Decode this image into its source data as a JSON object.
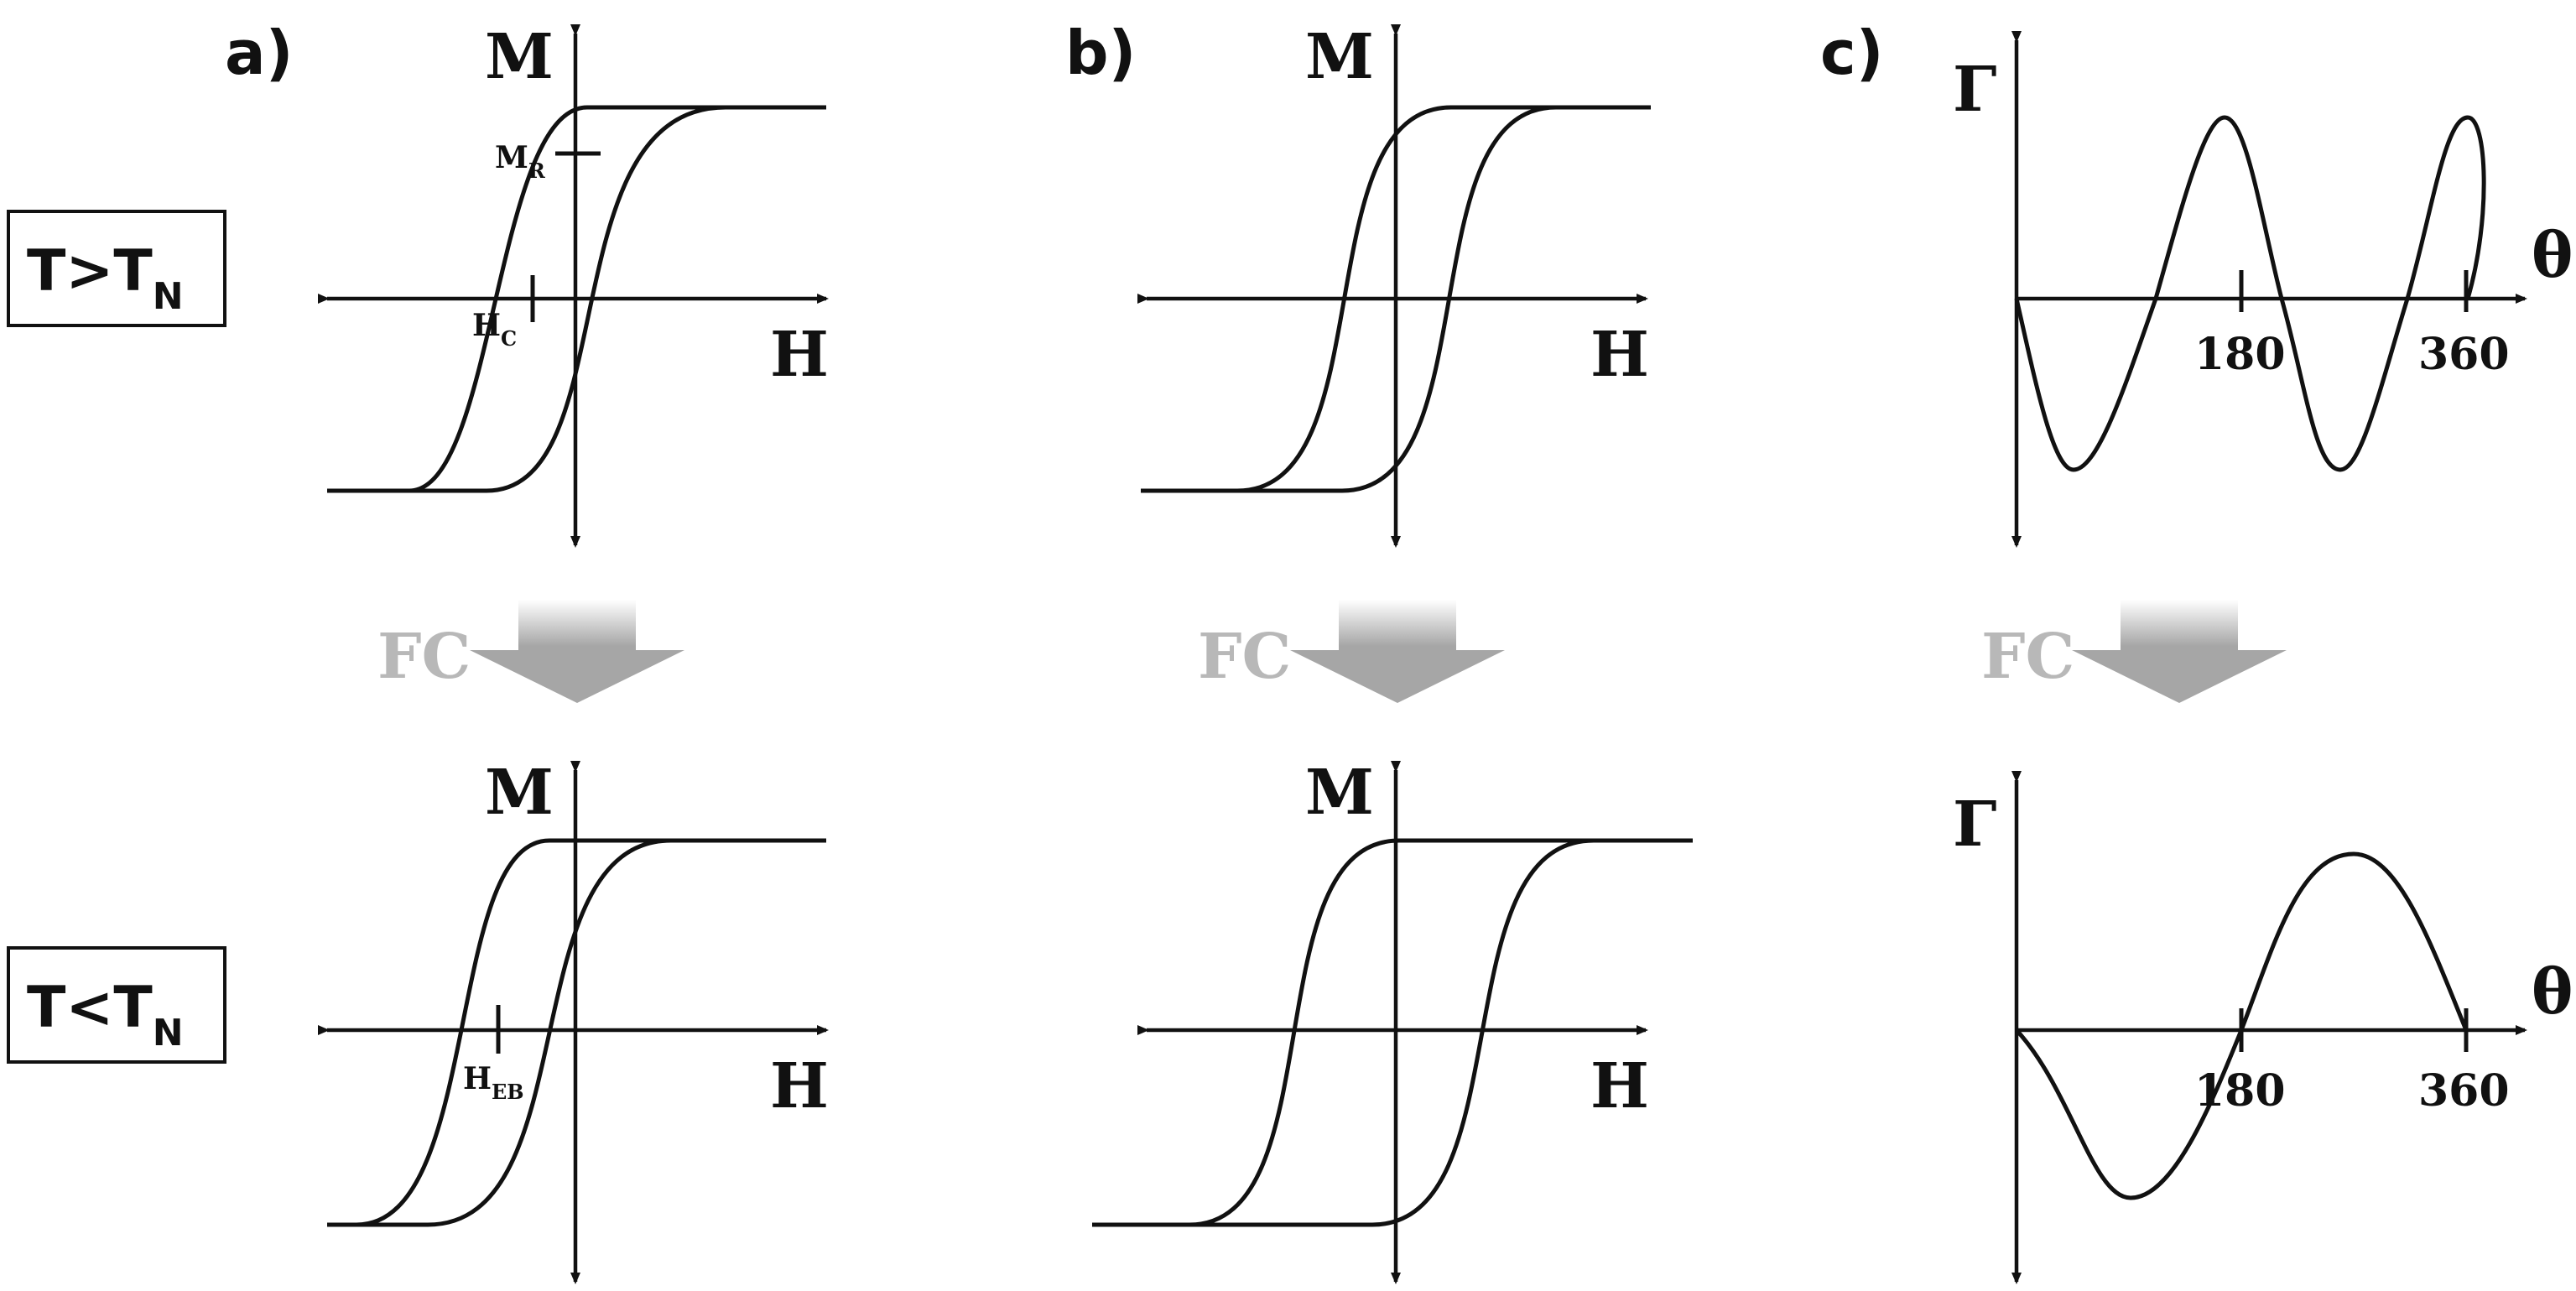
{
  "row_labels": {
    "top": {
      "main": "T>T",
      "sub": "N"
    },
    "bottom": {
      "main": "T<T",
      "sub": "N"
    }
  },
  "panel_letters": {
    "a": "a)",
    "b": "b)",
    "c": "c)"
  },
  "fc_label": "FC",
  "axes": {
    "magnetization": "M",
    "field": "H",
    "torque": "Γ",
    "angle": "θ"
  },
  "annotations": {
    "remanence": {
      "main": "M",
      "sub": "R"
    },
    "coercive": {
      "main": "H",
      "sub": "C"
    },
    "exchange_bias": {
      "main": "H",
      "sub": "EB"
    }
  },
  "angle_ticks": [
    "180",
    "360"
  ],
  "colors": {
    "ink": "#111111",
    "fc_arrow": "#a6a6a6",
    "fc_text": "#b8b8b8"
  }
}
